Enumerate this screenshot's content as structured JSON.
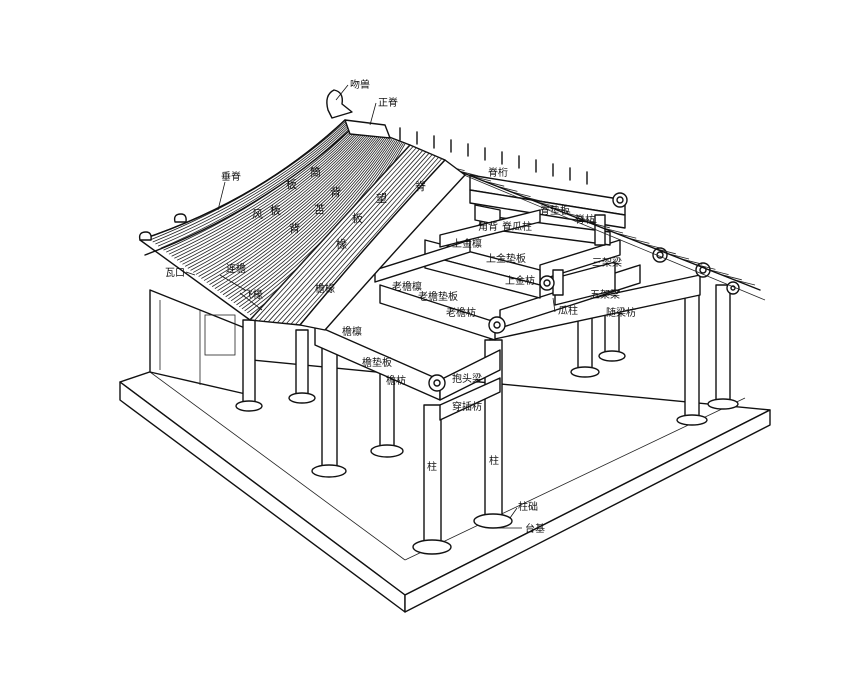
{
  "labels": {
    "wenshou": "吻兽",
    "zhengji": "正脊",
    "chuiji": "垂脊",
    "wakou": "瓦口",
    "lianyan": "连檐",
    "feichuan": "飞椽",
    "feng": "风",
    "ban": "板",
    "ban2": "板",
    "tong": "筒",
    "bei": "背",
    "yuan_a": "苫",
    "yuan_b": "背",
    "wang": "望",
    "ban3": "板",
    "ji_chuan": "脊",
    "chuan_hua": "椽",
    "mo_chuan": "檐椽",
    "ji_tong": "脊桁",
    "ji_dian_ban": "脊垫板",
    "ji_fang": "脊枋",
    "jiao_bei": "角背",
    "ji_gua_zhu": "脊瓜柱",
    "shang_jin_heng": "上金檩",
    "shang_jin_dian": "上金垫板",
    "shang_jin_fang": "上金枋",
    "san_jia_liang": "三架梁",
    "lao_yan_heng": "老檐檩",
    "lao_yan_dian": "老檐垫板",
    "lao_yan_fang": "老檐枋",
    "wu_jia_liang": "五架梁",
    "gua_zhu": "瓜柱",
    "sui_liang_fang": "随梁枋",
    "yan_heng": "檐檩",
    "yan_dian_ban": "檐垫板",
    "yan_fang": "檐枋",
    "bao_tou_liang": "抱头梁",
    "chuan_cha_fang": "穿插枋",
    "zhu": "柱",
    "zhu2": "柱",
    "zhu_ding": "柱础",
    "tai_ji": "台基"
  }
}
